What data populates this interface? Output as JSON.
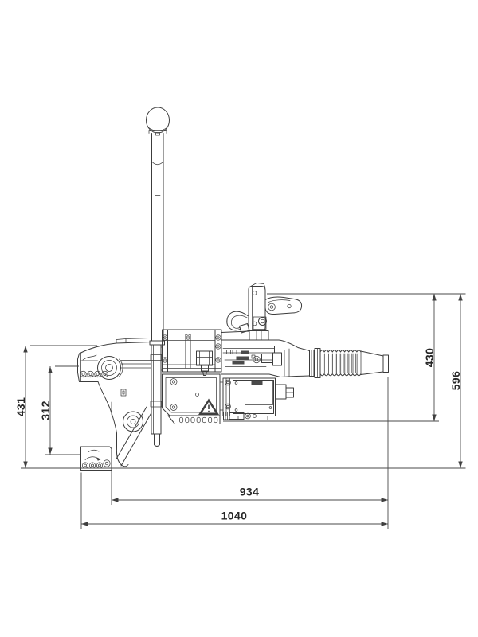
{
  "drawing": {
    "type": "technical-dimension-drawing",
    "subject": "suspended welding gun side view",
    "background": "#ffffff",
    "colors": {
      "line": "#3c3c3c",
      "dimension_line": "#4a4a4a",
      "text": "#262626"
    },
    "dimensions": {
      "left_outer": "431",
      "left_inner": "312",
      "right_inner": "430",
      "right_outer": "596",
      "bottom_inner": "934",
      "bottom_outer": "1040"
    }
  }
}
